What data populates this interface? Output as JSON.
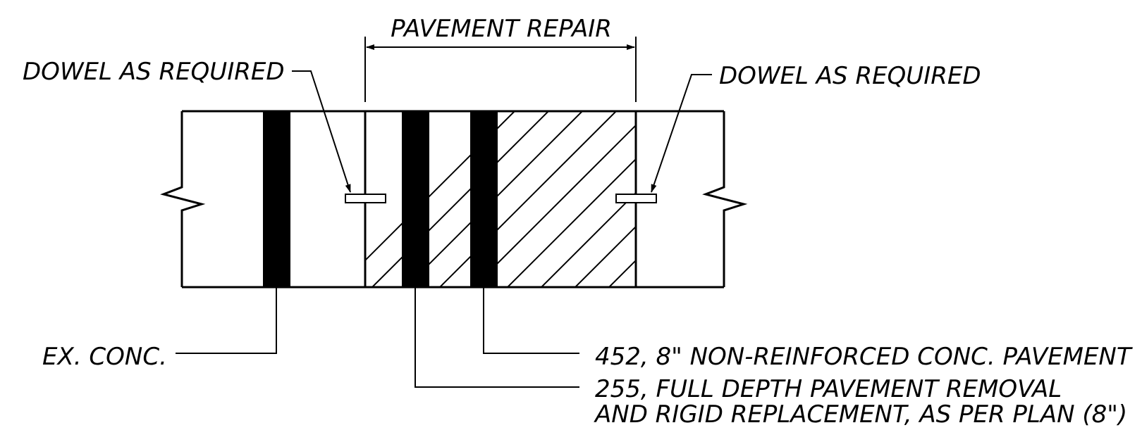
{
  "labels": {
    "pavement_repair": "PAVEMENT REPAIR",
    "dowel_left": "DOWEL AS REQUIRED",
    "dowel_right": "DOWEL AS REQUIRED",
    "ex_conc": "EX. CONC.",
    "item_452": "452, 8\" NON-REINFORCED CONC. PAVEMENT",
    "item_255_line1": "255, FULL DEPTH PAVEMENT REMOVAL",
    "item_255_line2": "AND RIGID REPLACEMENT, AS PER PLAN (8\")"
  },
  "colors": {
    "ink": "#000000",
    "paper": "#ffffff"
  }
}
